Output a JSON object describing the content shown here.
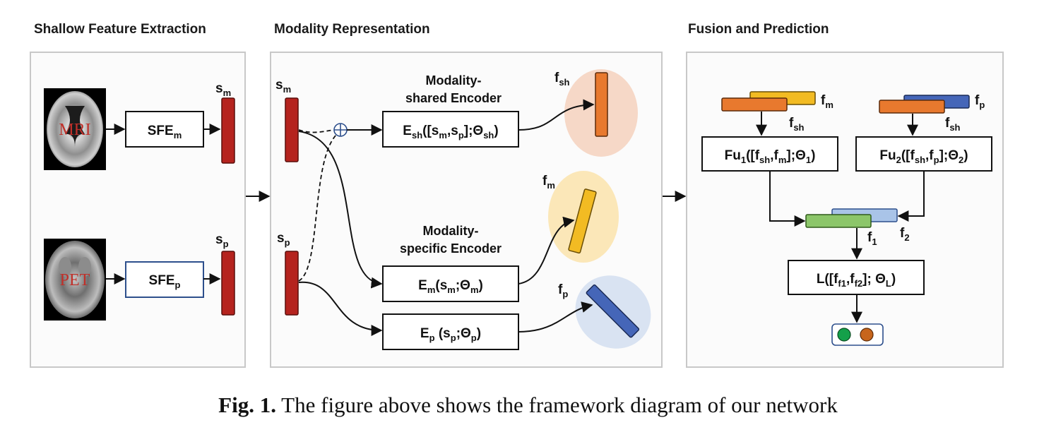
{
  "sections": {
    "left": "Shallow Feature Extraction",
    "middle": "Modality Representation",
    "right": "Fusion and Prediction"
  },
  "scans": {
    "mri": "MRI",
    "pet": "PET"
  },
  "sfe": {
    "m_base": "SFE",
    "m_sub": "m",
    "p_base": "SFE",
    "p_sub": "p"
  },
  "features": {
    "sm_base": "s",
    "sm_sub": "m",
    "sp_base": "s",
    "sp_sub": "p",
    "fsh_base": "f",
    "fsh_sub": "sh",
    "fm_base": "f",
    "fm_sub": "m",
    "fp_base": "f",
    "fp_sub": "p",
    "f1_base": "f",
    "f1_sub": "1",
    "f2_base": "f",
    "f2_sub": "2"
  },
  "encoders": {
    "shared_line1": "Modality-",
    "shared_line2": "shared Encoder",
    "specific_line1": "Modality-",
    "specific_line2": "specific Encoder"
  },
  "caption": {
    "label": "Fig. 1.",
    "text": "The figure above shows the framework diagram of our network"
  },
  "colors": {
    "feature_red": "#b5231e",
    "shared_orange": "#e8792e",
    "modality_yellow": "#f2bb23",
    "pet_blue": "#4566b8",
    "fused_green": "#8cc66a",
    "fused_blue": "#a9c4e8",
    "panel_border": "#c8c8c8",
    "panel_fill": "#fbfbfb",
    "out_green": "#14a04a",
    "out_orange": "#c7651c"
  }
}
